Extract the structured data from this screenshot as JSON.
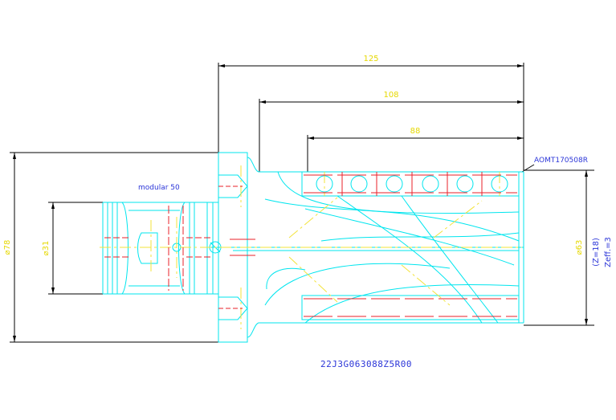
{
  "colors": {
    "outline": "#00e5ee",
    "dimension": "#000000",
    "centerline": "#f3e33a",
    "hidden": "#e8202a",
    "label": "#2b35d8",
    "dim_text": "#e6d800",
    "background": "#ffffff"
  },
  "dimensions": {
    "overall_length": "125",
    "length_108": "108",
    "length_88": "88",
    "diameter_shank": "⌀78",
    "diameter_bore": "⌀31",
    "diameter_cutter": "⌀63"
  },
  "labels": {
    "insert": "AOMT170508R",
    "adapter": "modular 50",
    "teeth": "(Z=18)",
    "effective_teeth": "Zeff.=3",
    "part_code": "22J3G063088Z5R00"
  }
}
